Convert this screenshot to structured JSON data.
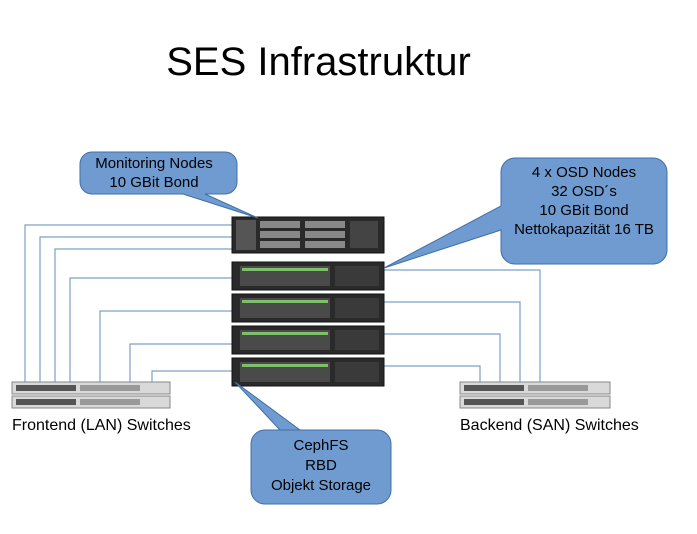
{
  "title": "SES Infrastruktur",
  "callouts": {
    "monitoring": [
      "Monitoring Nodes",
      "10 GBit Bond"
    ],
    "osd": [
      "4 x OSD Nodes",
      "32 OSD´s",
      "10 GBit Bond",
      "Nettokapazität 16 TB"
    ],
    "ceph": [
      "CephFS",
      "RBD",
      "Objekt Storage"
    ]
  },
  "labels": {
    "frontend": "Frontend (LAN) Switches",
    "backend": "Backend (SAN) Switches"
  },
  "colors": {
    "callout_fill": "#6f9bd0",
    "callout_stroke": "#3f6fa8",
    "wire": "#7aa0c8",
    "server_dark": "#2a2a2a",
    "switch_light": "#d9d9d9"
  }
}
